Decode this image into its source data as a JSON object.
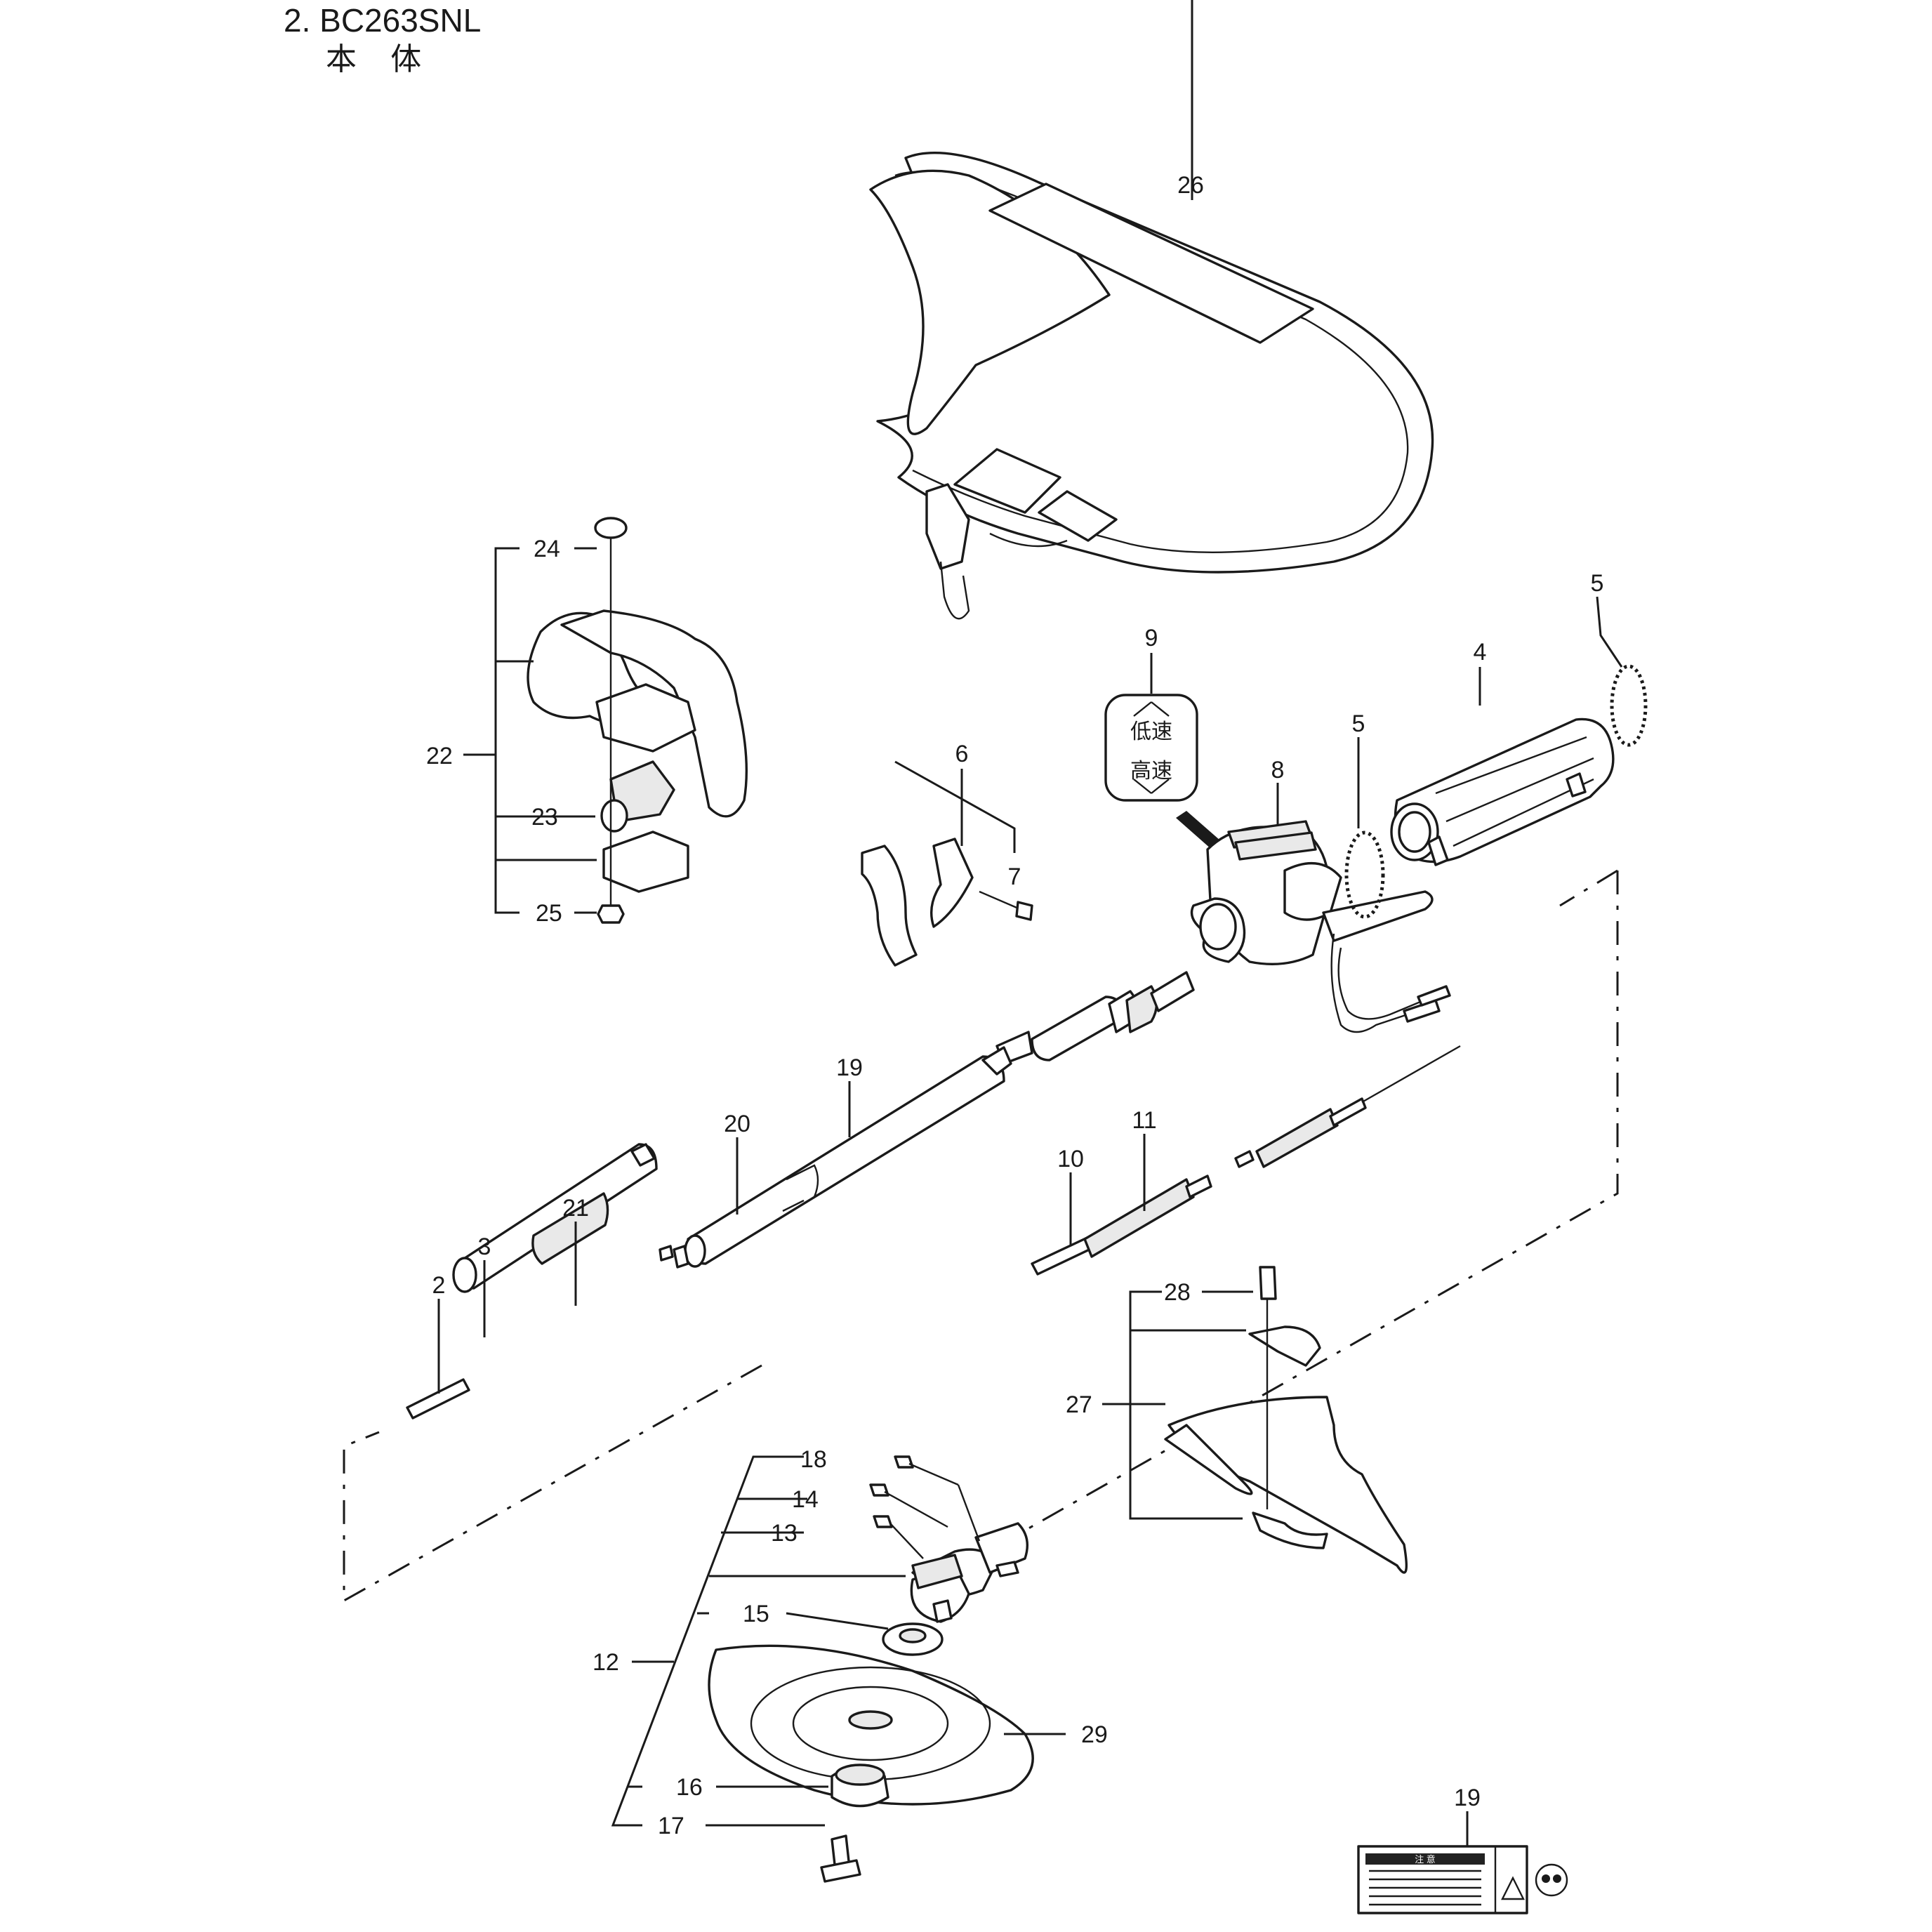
{
  "header": {
    "title": "2. BC263SNL",
    "subtitle": "本 体"
  },
  "part_labels": {
    "p2": "2",
    "p3": "3",
    "p4": "4",
    "p5a": "5",
    "p5b": "5",
    "p6": "6",
    "p7": "7",
    "p8": "8",
    "p9": "9",
    "p10": "10",
    "p11": "11",
    "p12": "12",
    "p13": "13",
    "p14": "14",
    "p15": "15",
    "p16": "16",
    "p17": "17",
    "p18": "18",
    "p19a": "19",
    "p19b": "19",
    "p20": "20",
    "p21": "21",
    "p22": "22",
    "p23": "23",
    "p24": "24",
    "p25": "25",
    "p26": "26",
    "p27": "27",
    "p28": "28",
    "p29": "29"
  },
  "speed_decal": {
    "low": "低速",
    "high": "高速"
  },
  "warning_label": {
    "heading": "注 意"
  },
  "icons": [
    "harness",
    "handlebar",
    "clamp",
    "screw",
    "throttle-housing",
    "grip",
    "spring-ring",
    "shaft-tube",
    "drive-shaft",
    "gear-case",
    "blade",
    "guard",
    "warning-decal"
  ]
}
